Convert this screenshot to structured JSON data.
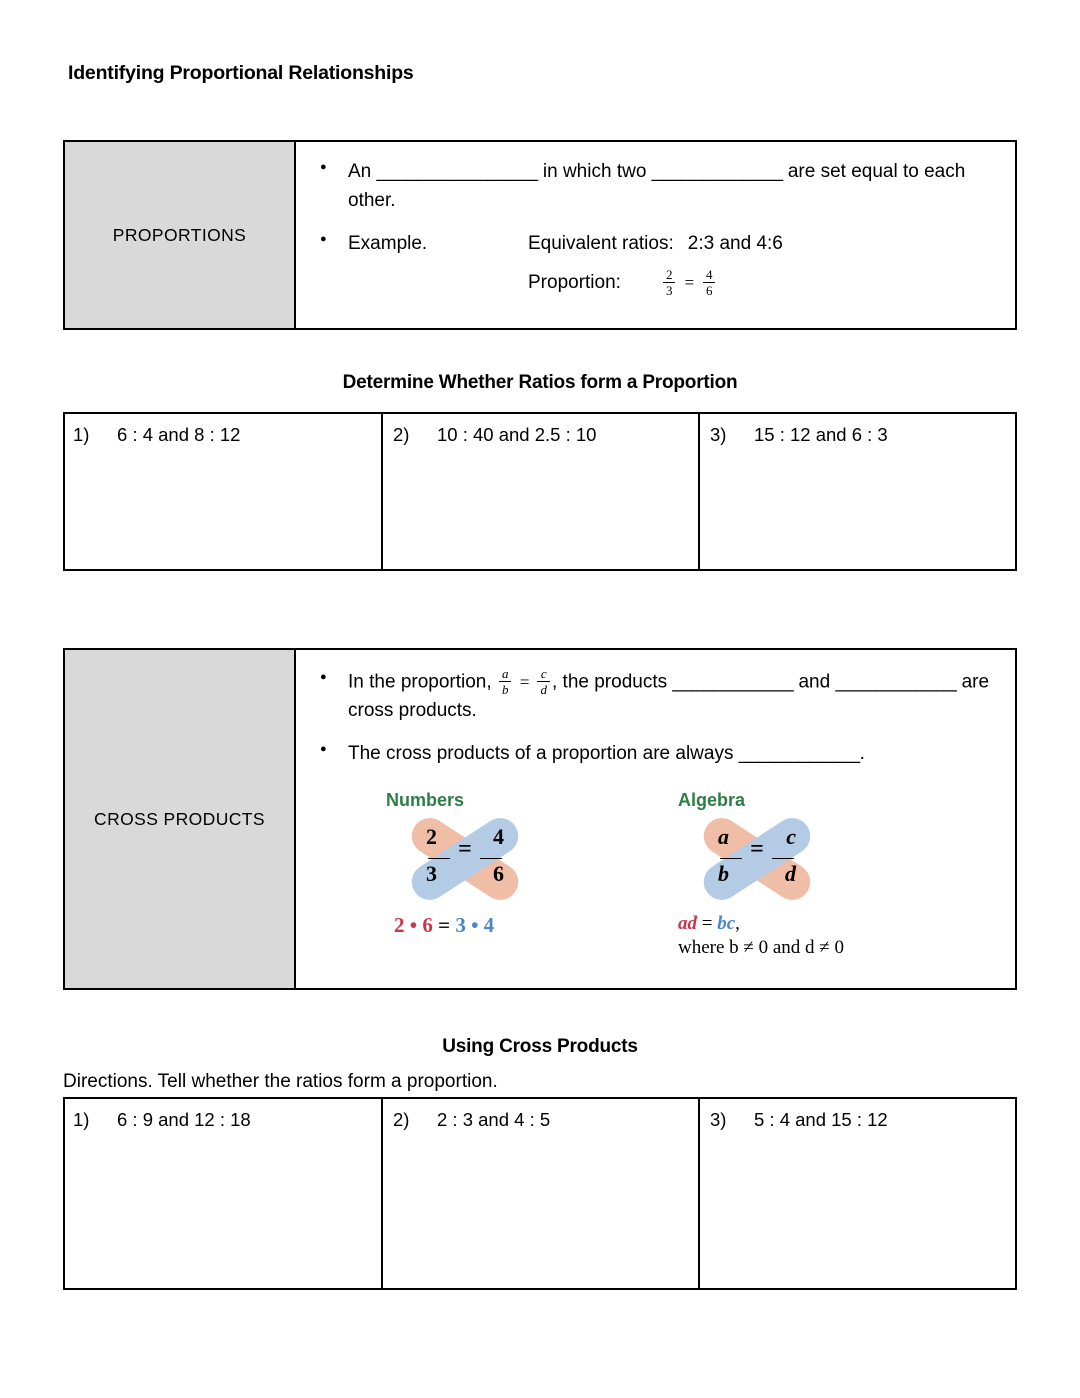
{
  "document": {
    "title": "Identifying Proportional Relationships"
  },
  "proportions_box": {
    "label": "PROPORTIONS",
    "bullet1": {
      "part1": "An",
      "blank1": "________________",
      "part2": "in which two",
      "blank2": "_____________",
      "part3": "are set equal to each other."
    },
    "bullet2": {
      "label": "Example.",
      "equivalent_label": "Equivalent ratios:",
      "equivalent_value": "2:3 and 4:6",
      "proportion_label": "Proportion:",
      "proportion_left_num": "2",
      "proportion_left_den": "3",
      "proportion_eq": "=",
      "proportion_right_num": "4",
      "proportion_right_den": "6"
    }
  },
  "section1": {
    "heading": "Determine Whether Ratios form a Proportion",
    "problems": [
      {
        "index": "1)",
        "text": "6 : 4 and 8 : 12"
      },
      {
        "index": "2)",
        "text": "10 : 40 and 2.5 : 10"
      },
      {
        "index": "3)",
        "text": "15 : 12 and 6 : 3"
      }
    ]
  },
  "cross_products_box": {
    "label": "CROSS PRODUCTS",
    "bullet1": {
      "part1": "In the proportion,",
      "frac1_num": "a",
      "frac1_den": "b",
      "eq": "=",
      "frac2_num": "c",
      "frac2_den": "d",
      "part2": ", the products",
      "blank1": "____________",
      "part3": "and",
      "blank2": "____________",
      "part4": "are cross products."
    },
    "bullet2": {
      "part1": "The cross products of a proportion are always",
      "blank1": "____________",
      "part2": "."
    },
    "numbers_panel": {
      "title": "Numbers",
      "top_left": "2",
      "bottom_left": "3",
      "equals": "=",
      "top_right": "4",
      "bottom_right": "6",
      "equation": {
        "left": "2 • 6",
        "eq": "=",
        "right": "3 • 4"
      }
    },
    "algebra_panel": {
      "title": "Algebra",
      "top_left": "a",
      "bottom_left": "b",
      "equals": "=",
      "top_right": "c",
      "bottom_right": "d",
      "equation": {
        "left": "ad",
        "eq": "=",
        "right": "bc",
        "comma": ","
      },
      "condition": "where b ≠ 0 and d ≠ 0"
    }
  },
  "section2": {
    "heading": "Using Cross Products",
    "directions": "Directions.  Tell whether the ratios form a proportion.",
    "problems": [
      {
        "index": "1)",
        "text": "6 : 9 and 12 : 18"
      },
      {
        "index": "2)",
        "text": "2 : 3 and 4 : 5"
      },
      {
        "index": "3)",
        "text": "5 : 4 and 15 : 12"
      }
    ]
  },
  "colors": {
    "label_cell_background": "#d9d9d9",
    "panel_title_green": "#2f7d46",
    "band_salmon": "#f0bda6",
    "band_blue": "#b3cbe4",
    "equation_red": "#c4384a",
    "equation_blue": "#4a86c8"
  }
}
